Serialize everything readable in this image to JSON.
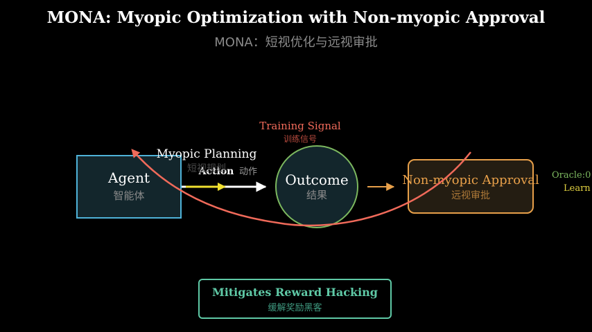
{
  "header": {
    "title": "MONA: Myopic Optimization with Non-myopic Approval",
    "subtitle": "MONA：短视优化与远视审批"
  },
  "nodes": {
    "agent": {
      "label": "Agent",
      "sublabel": "智能体"
    },
    "outcome": {
      "label": "Outcome",
      "sublabel": "结果"
    },
    "approval": {
      "label": "Non-myopic Approval",
      "sublabel": "远视审批"
    }
  },
  "edges": {
    "action": {
      "label": "Action",
      "sublabel": "动作"
    },
    "myopic": {
      "label": "Myopic Planning",
      "sublabel": "短视规划"
    },
    "training": {
      "label": "Training Signal",
      "sublabel": "训练信号"
    }
  },
  "side_labels": {
    "oracle": "Oracle:0",
    "learn": "Learn"
  },
  "footer": {
    "title": "Mitigates Reward Hacking",
    "sublabel": "缓解奖励黑客"
  },
  "colors": {
    "agent": "#4fb3d9",
    "outcome": "#7cb85f",
    "approval": "#e8a04a",
    "training": "#f06a5a",
    "footer": "#5fc9a6",
    "action_dot": "#f0e030"
  }
}
